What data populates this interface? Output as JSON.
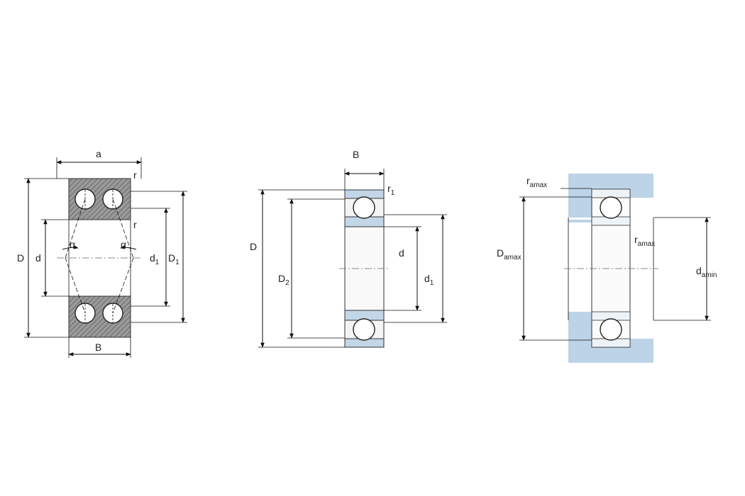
{
  "diagram_1": {
    "labels": {
      "a": "a",
      "D": "D",
      "d": "d",
      "d1_main": "d",
      "d1_sub": "1",
      "D1_main": "D",
      "D1_sub": "1",
      "B": "B",
      "r_top": "r",
      "r_mid": "r",
      "alpha_left": "α",
      "alpha_right": "α"
    }
  },
  "diagram_2": {
    "labels": {
      "B": "B",
      "r1_main": "r",
      "r1_sub": "1",
      "D": "D",
      "D2_main": "D",
      "D2_sub": "2",
      "d": "d",
      "d1_main": "d",
      "d1_sub": "1"
    }
  },
  "diagram_3": {
    "labels": {
      "ra_top_main": "r",
      "ra_top_sub": "amax",
      "ra_mid_main": "r",
      "ra_mid_sub": "amax",
      "Da_main": "D",
      "Da_sub": "amax",
      "da_main": "d",
      "da_sub": "amin"
    }
  },
  "colors": {
    "housing": "#bcd3e8",
    "seal": "#c3d6e8",
    "line": "#111111"
  }
}
